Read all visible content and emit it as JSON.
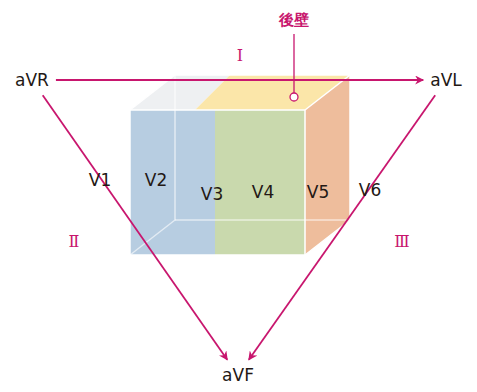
{
  "diagram": {
    "nodes": [
      {
        "text": [
          "aVR"
        ]
      },
      {
        "text": [
          "aVL"
        ]
      },
      {
        "text": [
          "aVF"
        ]
      }
    ],
    "edges": [
      {
        "from": 0,
        "to": 1,
        "arrow": "to",
        "label": "Ⅰ"
      },
      {
        "from": 0,
        "to": 2,
        "arrow": "to",
        "label": "Ⅱ"
      },
      {
        "from": 1,
        "to": 2,
        "arrow": "to",
        "label": "Ⅲ"
      }
    ],
    "labels": [
      "後壁",
      "V1",
      "V2",
      "V3",
      "V4",
      "V5",
      "V6"
    ]
  }
}
